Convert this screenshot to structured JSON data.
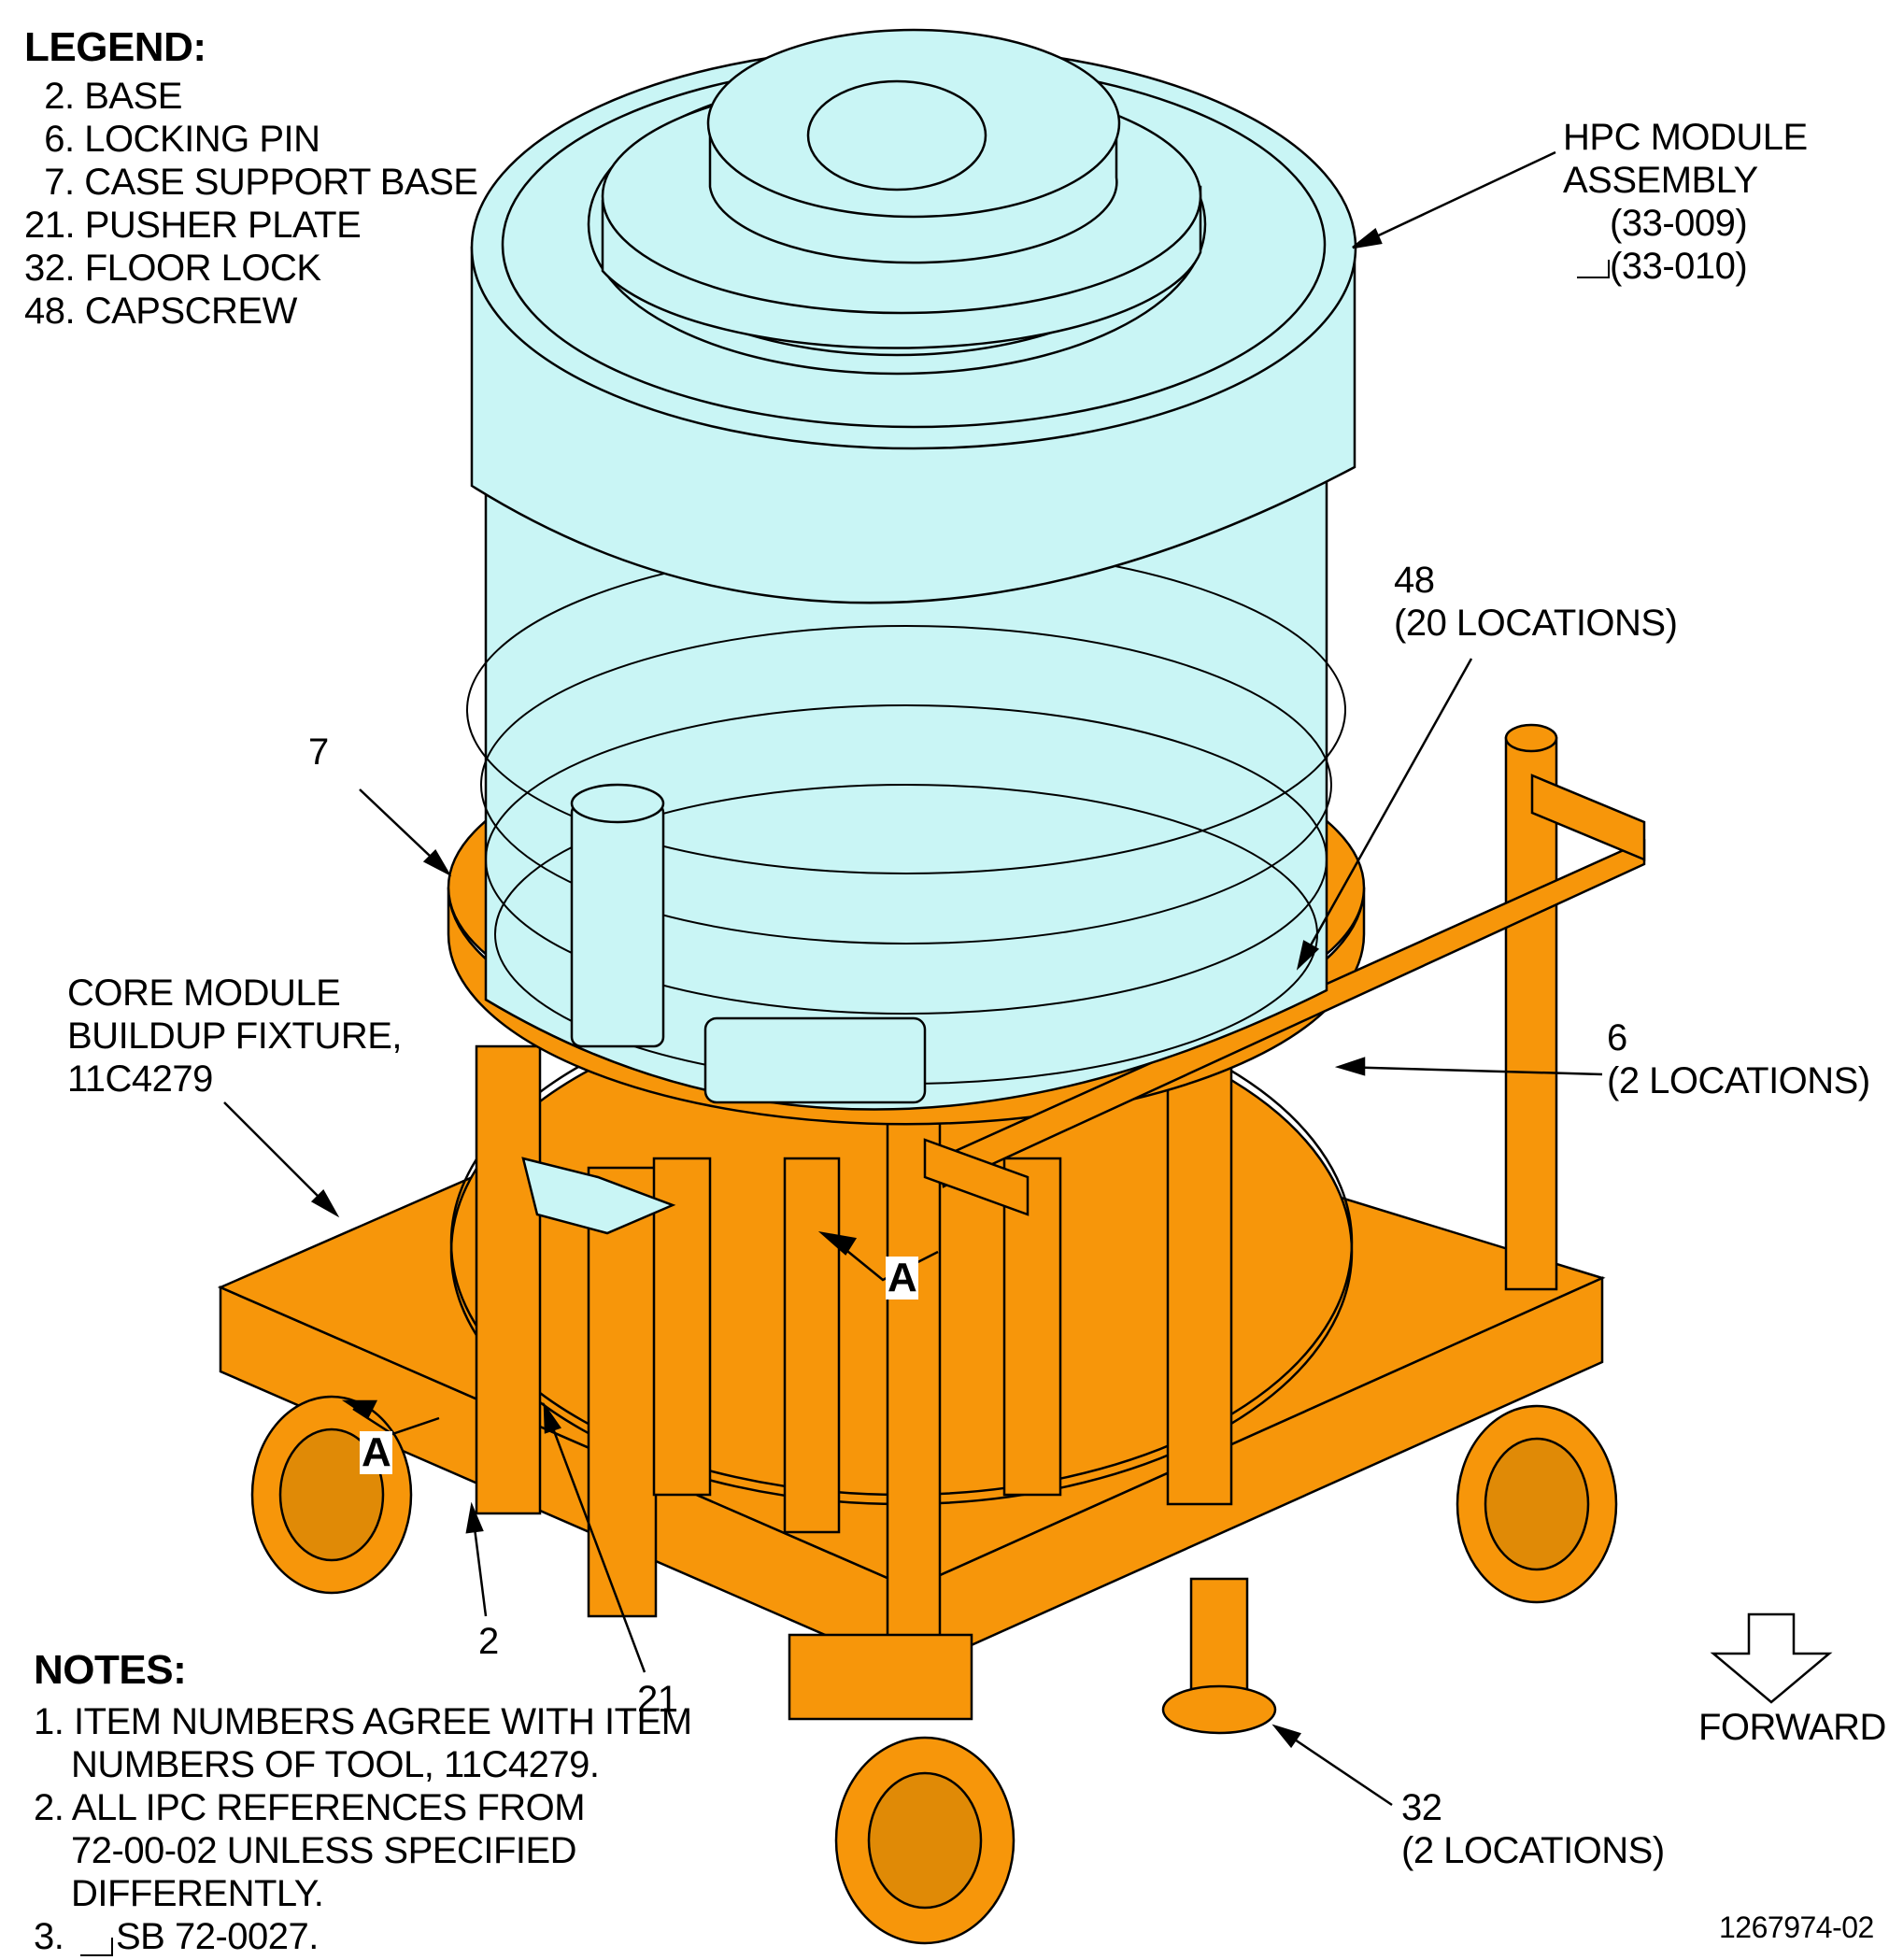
{
  "legend": {
    "heading": "LEGEND:",
    "items": [
      "  2. BASE",
      "  6. LOCKING PIN",
      "  7. CASE SUPPORT BASE",
      "21. PUSHER PLATE",
      "32. FLOOR LOCK",
      "48. CAPSCREW"
    ]
  },
  "callouts": {
    "hpc_line1": "HPC MODULE",
    "hpc_line2": "ASSEMBLY",
    "hpc_line3": "(33-009)",
    "hpc_line4": "(33-010)",
    "c48_line1": "48",
    "c48_line2": "(20 LOCATIONS)",
    "c7": "7",
    "core_line1": "CORE MODULE",
    "core_line2": "BUILDUP FIXTURE,",
    "core_line3": "11C4279",
    "c6_line1": "6",
    "c6_line2": "(2 LOCATIONS)",
    "c2": "2",
    "c21": "21",
    "c32_line1": "32",
    "c32_line2": "(2 LOCATIONS)",
    "section_a": "A",
    "forward": "FORWARD"
  },
  "notes": {
    "heading": "NOTES:",
    "n1_line1": "1. ITEM NUMBERS AGREE WITH ITEM",
    "n1_line2": "NUMBERS OF TOOL, 11C4279.",
    "n2_line1": "2. ALL IPC REFERENCES FROM",
    "n2_line2": "72-00-02 UNLESS SPECIFIED",
    "n2_line3": "DIFFERENTLY.",
    "n3_prefix": "3.",
    "n3_text": "SB 72-0027."
  },
  "figure_number": "1267974-02",
  "colors": {
    "module": "#c9f5f5",
    "fixture": "#f7960a",
    "line": "#000000"
  }
}
